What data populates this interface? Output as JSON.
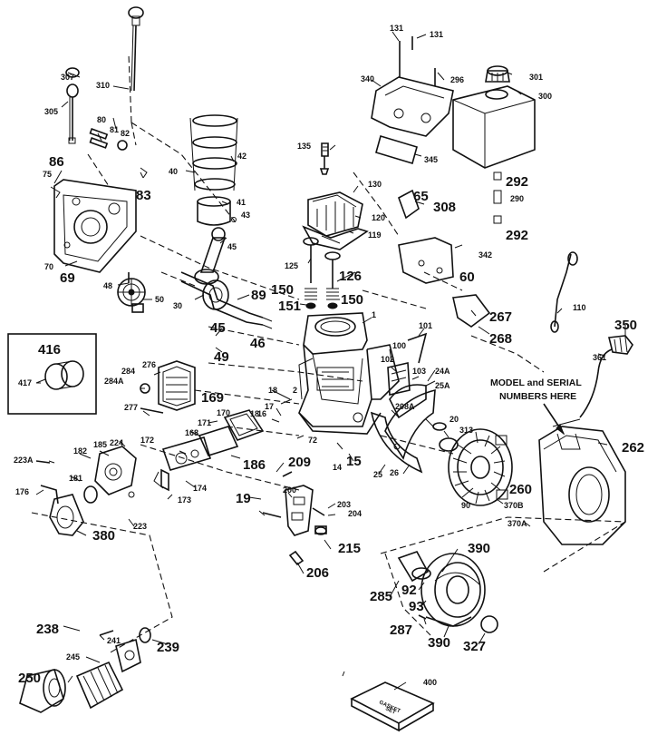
{
  "note": {
    "line1": "MODEL and SERIAL",
    "line2": "NUMBERS HERE"
  },
  "gasket_box": {
    "line1": "GASKET",
    "line2": "SET"
  },
  "labels": {
    "l310": "310",
    "l307": "307",
    "l305": "305",
    "l80": "80",
    "l81": "81",
    "l82": "82",
    "l86": "86",
    "l75": "75",
    "l83": "83",
    "l70": "70",
    "l69": "69",
    "l40": "40",
    "l42": "42",
    "l41": "41",
    "l43": "43",
    "l45a": "45",
    "l48": "48",
    "l50": "50",
    "l30": "30",
    "l89": "89",
    "l45b": "45",
    "l49": "49",
    "l46": "46",
    "l131a": "131",
    "l131b": "131",
    "l340": "340",
    "l296": "296",
    "l301": "301",
    "l300": "300",
    "l345": "345",
    "l135": "135",
    "l292a": "292",
    "l290": "290",
    "l292b": "292",
    "l130": "130",
    "l120": "120",
    "l119": "119",
    "l65": "65",
    "l308": "308",
    "l342": "342",
    "l60": "60",
    "l125": "125",
    "l126": "126",
    "l150a": "150",
    "l150b": "150",
    "l151": "151",
    "l267": "267",
    "l268": "268",
    "l110": "110",
    "l350": "350",
    "l361": "361",
    "l1": "1",
    "l101": "101",
    "l102": "102",
    "l100": "100",
    "l103": "103",
    "l24a": "24A",
    "l25a": "25A",
    "l416": "416",
    "l417": "417",
    "l276": "276",
    "l284": "284",
    "l284a": "284A",
    "l277": "277",
    "l169": "169",
    "l18a": "18",
    "l2": "2",
    "l16": "16",
    "l17": "17",
    "l208a": "208A",
    "l20": "20",
    "l313": "313",
    "l262": "262",
    "l171": "171",
    "l170": "170",
    "l168": "168",
    "l172": "172",
    "l72": "72",
    "l14": "14",
    "l15": "15",
    "l25": "25",
    "l26": "26",
    "l186": "186",
    "l260": "260",
    "l223a": "223A",
    "l182": "182",
    "l185": "185",
    "l224": "224",
    "l209": "209",
    "l174": "174",
    "l173": "173",
    "l176": "176",
    "l181": "181",
    "l90": "90",
    "l370b": "370B",
    "l370a": "370A",
    "l19": "19",
    "l200": "200",
    "l203": "203",
    "l204": "204",
    "l223": "223",
    "l380": "380",
    "l215": "215",
    "l206": "206",
    "l390a": "390",
    "l285": "285",
    "l92": "92",
    "l93": "93",
    "l238": "238",
    "l241": "241",
    "l245": "245",
    "l239": "239",
    "l250": "250",
    "l287": "287",
    "l390b": "390",
    "l327": "327",
    "l400": "400",
    "l18b": "18"
  }
}
